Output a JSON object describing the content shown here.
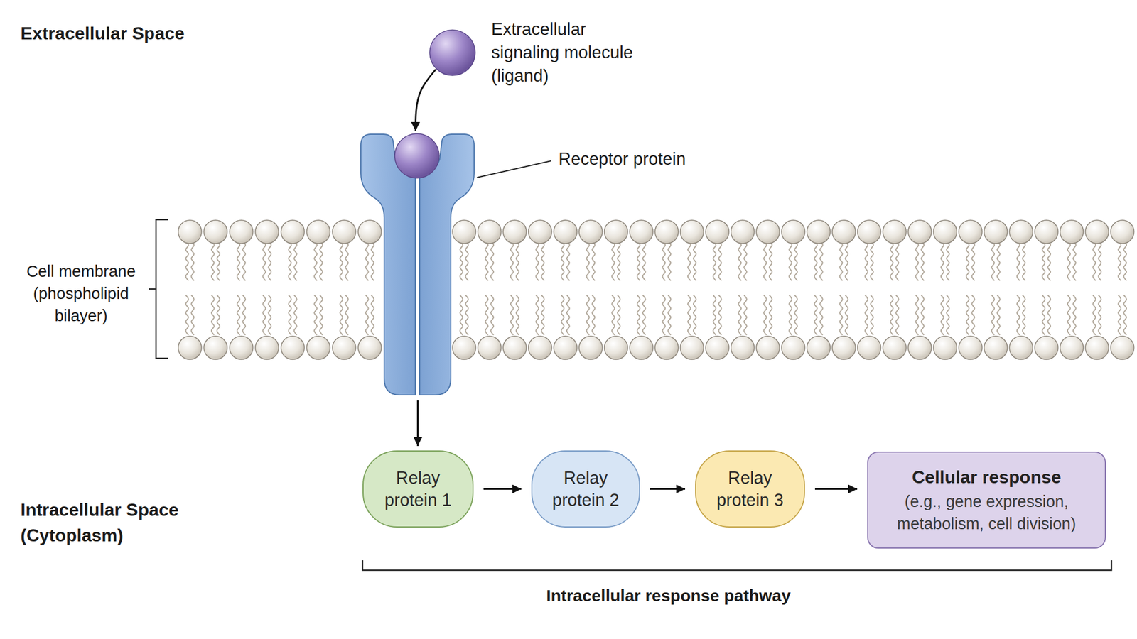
{
  "diagram": {
    "nodes": [
      {
        "text": [
          "Extracellular signaling molecule (ligand)"
        ]
      },
      {
        "text": [
          "Receptor protein"
        ]
      },
      {
        "text": [
          "Relay protein 1"
        ]
      },
      {
        "text": [
          "Relay protein 2"
        ]
      },
      {
        "text": [
          "Relay protein 3"
        ]
      },
      {
        "text": [
          "Cellular response",
          "(e.g., gene expression, metabolism, cell division)"
        ]
      }
    ],
    "edges": [
      {
        "from": 0,
        "to": 1,
        "arrow": "to"
      },
      {
        "from": 1,
        "to": 2,
        "arrow": "to"
      },
      {
        "from": 2,
        "to": 3,
        "arrow": "to"
      },
      {
        "from": 3,
        "to": 4,
        "arrow": "to"
      },
      {
        "from": 4,
        "to": 5,
        "arrow": "to"
      }
    ],
    "labels": [
      "Extracellular Space",
      "Cell membrane (phospholipid bilayer)",
      "Intracellular Space (Cytoplasm)",
      "Intracellular response pathway"
    ]
  }
}
